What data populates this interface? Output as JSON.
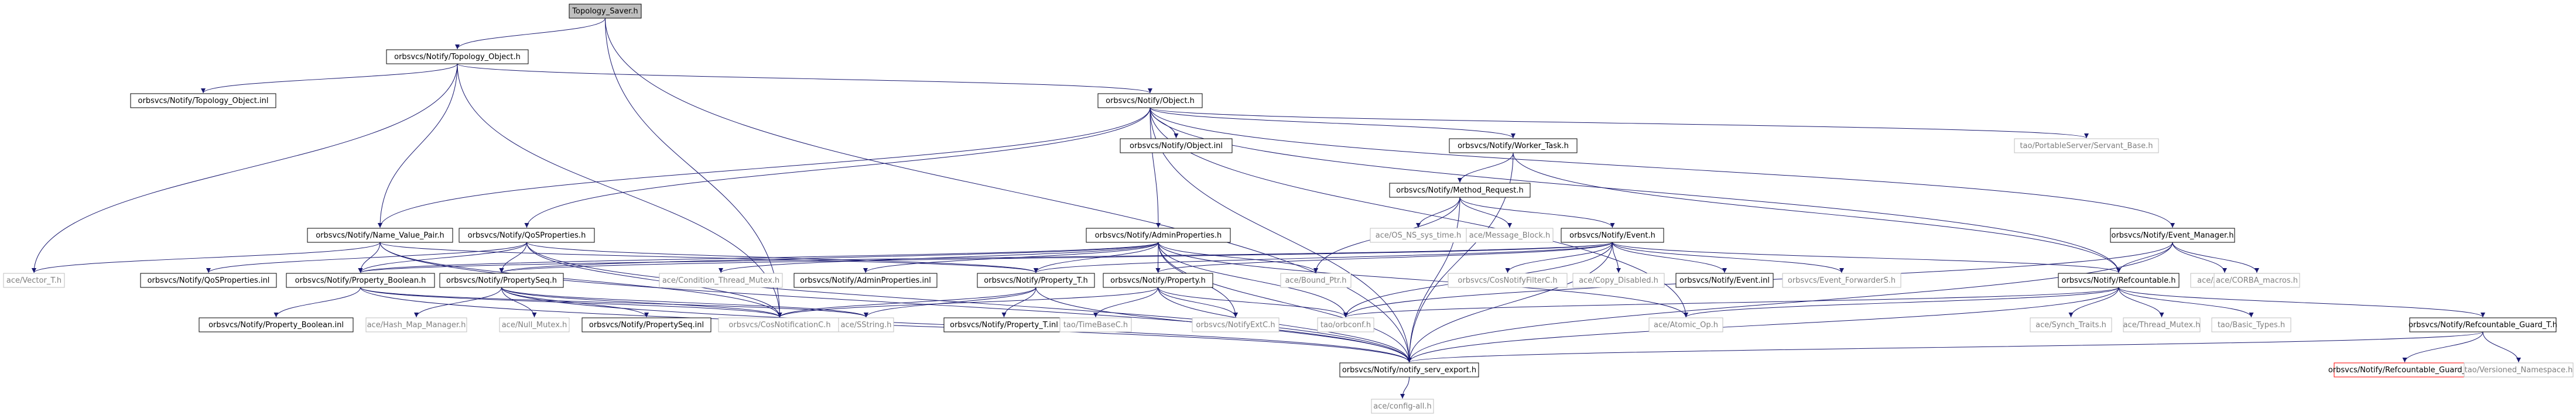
{
  "colors": {
    "root_fill": "#bfbfbf",
    "node_border": "#000000",
    "missing_border": "#bfbfbf",
    "missing_text": "#7f7f7f",
    "red_border": "#ff0000",
    "edge": "#191970"
  },
  "nodes": [
    {
      "id": "n_root",
      "label": "Topology_Saver.h",
      "kind": "root"
    },
    {
      "id": "n_tpo",
      "label": "orbsvcs/Notify/Topology_Object.h",
      "kind": "normal"
    },
    {
      "id": "n_tpo_inl",
      "label": "orbsvcs/Notify/Topology_Object.inl",
      "kind": "normal"
    },
    {
      "id": "n_obj",
      "label": "orbsvcs/Notify/Object.h",
      "kind": "normal"
    },
    {
      "id": "n_obj_inl",
      "label": "orbsvcs/Notify/Object.inl",
      "kind": "normal"
    },
    {
      "id": "n_wt",
      "label": "orbsvcs/Notify/Worker_Task.h",
      "kind": "normal"
    },
    {
      "id": "n_pss",
      "label": "tao/PortableServer/Servant_Base.h",
      "kind": "missing"
    },
    {
      "id": "n_mr",
      "label": "orbsvcs/Notify/Method_Request.h",
      "kind": "normal"
    },
    {
      "id": "n_nvp",
      "label": "orbsvcs/Notify/Name_Value_Pair.h",
      "kind": "normal"
    },
    {
      "id": "n_qos",
      "label": "orbsvcs/Notify/QoSProperties.h",
      "kind": "normal"
    },
    {
      "id": "n_ap",
      "label": "orbsvcs/Notify/AdminProperties.h",
      "kind": "normal"
    },
    {
      "id": "n_os",
      "label": "ace/OS_NS_sys_time.h",
      "kind": "missing"
    },
    {
      "id": "n_mb",
      "label": "ace/Message_Block.h",
      "kind": "missing"
    },
    {
      "id": "n_ev",
      "label": "orbsvcs/Notify/Event.h",
      "kind": "normal"
    },
    {
      "id": "n_em",
      "label": "orbsvcs/Notify/Event_Manager.h",
      "kind": "normal"
    },
    {
      "id": "n_vt",
      "label": "ace/Vector_T.h",
      "kind": "missing"
    },
    {
      "id": "n_qosi",
      "label": "orbsvcs/Notify/QoSProperties.inl",
      "kind": "normal"
    },
    {
      "id": "n_pb",
      "label": "orbsvcs/Notify/Property_Boolean.h",
      "kind": "normal"
    },
    {
      "id": "n_ps",
      "label": "orbsvcs/Notify/PropertySeq.h",
      "kind": "normal"
    },
    {
      "id": "n_ctm",
      "label": "ace/Condition_Thread_Mutex.h",
      "kind": "missing"
    },
    {
      "id": "n_api",
      "label": "orbsvcs/Notify/AdminProperties.inl",
      "kind": "normal"
    },
    {
      "id": "n_pt",
      "label": "orbsvcs/Notify/Property_T.h",
      "kind": "normal"
    },
    {
      "id": "n_p",
      "label": "orbsvcs/Notify/Property.h",
      "kind": "normal"
    },
    {
      "id": "n_bp",
      "label": "ace/Bound_Ptr.h",
      "kind": "missing"
    },
    {
      "id": "n_cnf",
      "label": "orbsvcs/CosNotifyFilterC.h",
      "kind": "missing"
    },
    {
      "id": "n_cd",
      "label": "ace/Copy_Disabled.h",
      "kind": "missing"
    },
    {
      "id": "n_evi",
      "label": "orbsvcs/Notify/Event.inl",
      "kind": "normal"
    },
    {
      "id": "n_efs",
      "label": "orbsvcs/Event_ForwarderS.h",
      "kind": "missing"
    },
    {
      "id": "n_rc",
      "label": "orbsvcs/Notify/Refcountable.h",
      "kind": "normal"
    },
    {
      "id": "n_ap2",
      "label": "ace/Auto_Ptr.h",
      "kind": "missing"
    },
    {
      "id": "n_cm",
      "label": "ace/CORBA_macros.h",
      "kind": "missing"
    },
    {
      "id": "n_pbi",
      "label": "orbsvcs/Notify/Property_Boolean.inl",
      "kind": "normal"
    },
    {
      "id": "n_hmm",
      "label": "ace/Hash_Map_Manager.h",
      "kind": "missing"
    },
    {
      "id": "n_nm",
      "label": "ace/Null_Mutex.h",
      "kind": "missing"
    },
    {
      "id": "n_psi",
      "label": "orbsvcs/Notify/PropertySeq.inl",
      "kind": "normal"
    },
    {
      "id": "n_cnc",
      "label": "orbsvcs/CosNotificationC.h",
      "kind": "missing"
    },
    {
      "id": "n_ss",
      "label": "ace/SString.h",
      "kind": "missing"
    },
    {
      "id": "n_pti",
      "label": "orbsvcs/Notify/Property_T.inl",
      "kind": "normal"
    },
    {
      "id": "n_tb",
      "label": "tao/TimeBaseC.h",
      "kind": "missing"
    },
    {
      "id": "n_nec",
      "label": "orbsvcs/NotifyExtC.h",
      "kind": "missing"
    },
    {
      "id": "n_oc",
      "label": "tao/orbconf.h",
      "kind": "missing"
    },
    {
      "id": "n_ao",
      "label": "ace/Atomic_Op.h",
      "kind": "missing"
    },
    {
      "id": "n_st",
      "label": "ace/Synch_Traits.h",
      "kind": "missing"
    },
    {
      "id": "n_tm",
      "label": "ace/Thread_Mutex.h",
      "kind": "missing"
    },
    {
      "id": "n_bt",
      "label": "tao/Basic_Types.h",
      "kind": "missing"
    },
    {
      "id": "n_rgt",
      "label": "orbsvcs/Notify/Refcountable_Guard_T.h",
      "kind": "normal"
    },
    {
      "id": "n_nse",
      "label": "orbsvcs/Notify/notify_serv_export.h",
      "kind": "normal"
    },
    {
      "id": "n_rgti",
      "label": "orbsvcs/Notify/Refcountable_Guard_T.inl",
      "kind": "red"
    },
    {
      "id": "n_vn",
      "label": "tao/Versioned_Namespace.h",
      "kind": "missing"
    },
    {
      "id": "n_ca",
      "label": "ace/config-all.h",
      "kind": "missing"
    }
  ],
  "edges": [
    [
      "n_root",
      "n_tpo"
    ],
    [
      "n_root",
      "n_nse"
    ],
    [
      "n_root",
      "n_cnc"
    ],
    [
      "n_tpo",
      "n_tpo_inl"
    ],
    [
      "n_tpo",
      "n_obj"
    ],
    [
      "n_tpo",
      "n_nvp"
    ],
    [
      "n_tpo",
      "n_vt"
    ],
    [
      "n_tpo",
      "n_cnc"
    ],
    [
      "n_obj",
      "n_obj_inl"
    ],
    [
      "n_obj",
      "n_wt"
    ],
    [
      "n_obj",
      "n_pss"
    ],
    [
      "n_obj",
      "n_em"
    ],
    [
      "n_obj",
      "n_rc"
    ],
    [
      "n_obj",
      "n_nvp"
    ],
    [
      "n_obj",
      "n_qos"
    ],
    [
      "n_obj",
      "n_ap"
    ],
    [
      "n_obj",
      "n_nse"
    ],
    [
      "n_obj",
      "n_ao"
    ],
    [
      "n_wt",
      "n_mr"
    ],
    [
      "n_wt",
      "n_rc"
    ],
    [
      "n_wt",
      "n_nse"
    ],
    [
      "n_mr",
      "n_os"
    ],
    [
      "n_mr",
      "n_mb"
    ],
    [
      "n_mr",
      "n_ev"
    ],
    [
      "n_mr",
      "n_bp"
    ],
    [
      "n_mr",
      "n_nse"
    ],
    [
      "n_ev",
      "n_cnf"
    ],
    [
      "n_ev",
      "n_cd"
    ],
    [
      "n_ev",
      "n_evi"
    ],
    [
      "n_ev",
      "n_efs"
    ],
    [
      "n_ev",
      "n_rc"
    ],
    [
      "n_ev",
      "n_pb"
    ],
    [
      "n_ev",
      "n_pt"
    ],
    [
      "n_ev",
      "n_p"
    ],
    [
      "n_ev",
      "n_ps"
    ],
    [
      "n_ev",
      "n_oc"
    ],
    [
      "n_ev",
      "n_nse"
    ],
    [
      "n_em",
      "n_ap2"
    ],
    [
      "n_em",
      "n_cm"
    ],
    [
      "n_em",
      "n_rc"
    ],
    [
      "n_em",
      "n_nse"
    ],
    [
      "n_em",
      "n_oc"
    ],
    [
      "n_nvp",
      "n_pb"
    ],
    [
      "n_nvp",
      "n_pt"
    ],
    [
      "n_nvp",
      "n_vt"
    ],
    [
      "n_nvp",
      "n_nse"
    ],
    [
      "n_nvp",
      "n_cnc"
    ],
    [
      "n_qos",
      "n_qosi"
    ],
    [
      "n_qos",
      "n_pb"
    ],
    [
      "n_qos",
      "n_ps"
    ],
    [
      "n_qos",
      "n_pt"
    ],
    [
      "n_qos",
      "n_nse"
    ],
    [
      "n_qos",
      "n_cnc"
    ],
    [
      "n_ap",
      "n_ctm"
    ],
    [
      "n_ap",
      "n_api"
    ],
    [
      "n_ap",
      "n_pt"
    ],
    [
      "n_ap",
      "n_p"
    ],
    [
      "n_ap",
      "n_pb"
    ],
    [
      "n_ap",
      "n_bp"
    ],
    [
      "n_ap",
      "n_ao"
    ],
    [
      "n_ap",
      "n_oc"
    ],
    [
      "n_ap",
      "n_nec"
    ],
    [
      "n_ap",
      "n_ps"
    ],
    [
      "n_ap",
      "n_nse"
    ],
    [
      "n_pb",
      "n_pbi"
    ],
    [
      "n_pb",
      "n_cnc"
    ],
    [
      "n_pb",
      "n_nse"
    ],
    [
      "n_pb",
      "n_ss"
    ],
    [
      "n_ps",
      "n_hmm"
    ],
    [
      "n_ps",
      "n_nm"
    ],
    [
      "n_ps",
      "n_psi"
    ],
    [
      "n_ps",
      "n_cnc"
    ],
    [
      "n_ps",
      "n_ss"
    ],
    [
      "n_ps",
      "n_nse"
    ],
    [
      "n_pt",
      "n_pti"
    ],
    [
      "n_pt",
      "n_cnc"
    ],
    [
      "n_pt",
      "n_ss"
    ],
    [
      "n_pt",
      "n_nse"
    ],
    [
      "n_p",
      "n_tb"
    ],
    [
      "n_p",
      "n_nec"
    ],
    [
      "n_p",
      "n_oc"
    ],
    [
      "n_p",
      "n_nse"
    ],
    [
      "n_p",
      "n_cnc"
    ],
    [
      "n_rc",
      "n_st"
    ],
    [
      "n_rc",
      "n_tm"
    ],
    [
      "n_rc",
      "n_bt"
    ],
    [
      "n_rc",
      "n_rgt"
    ],
    [
      "n_rc",
      "n_ao"
    ],
    [
      "n_rc",
      "n_nse"
    ],
    [
      "n_rc",
      "n_oc"
    ],
    [
      "n_rgt",
      "n_rgti"
    ],
    [
      "n_rgt",
      "n_vn"
    ],
    [
      "n_rgt",
      "n_nse"
    ],
    [
      "n_nse",
      "n_ca"
    ]
  ]
}
